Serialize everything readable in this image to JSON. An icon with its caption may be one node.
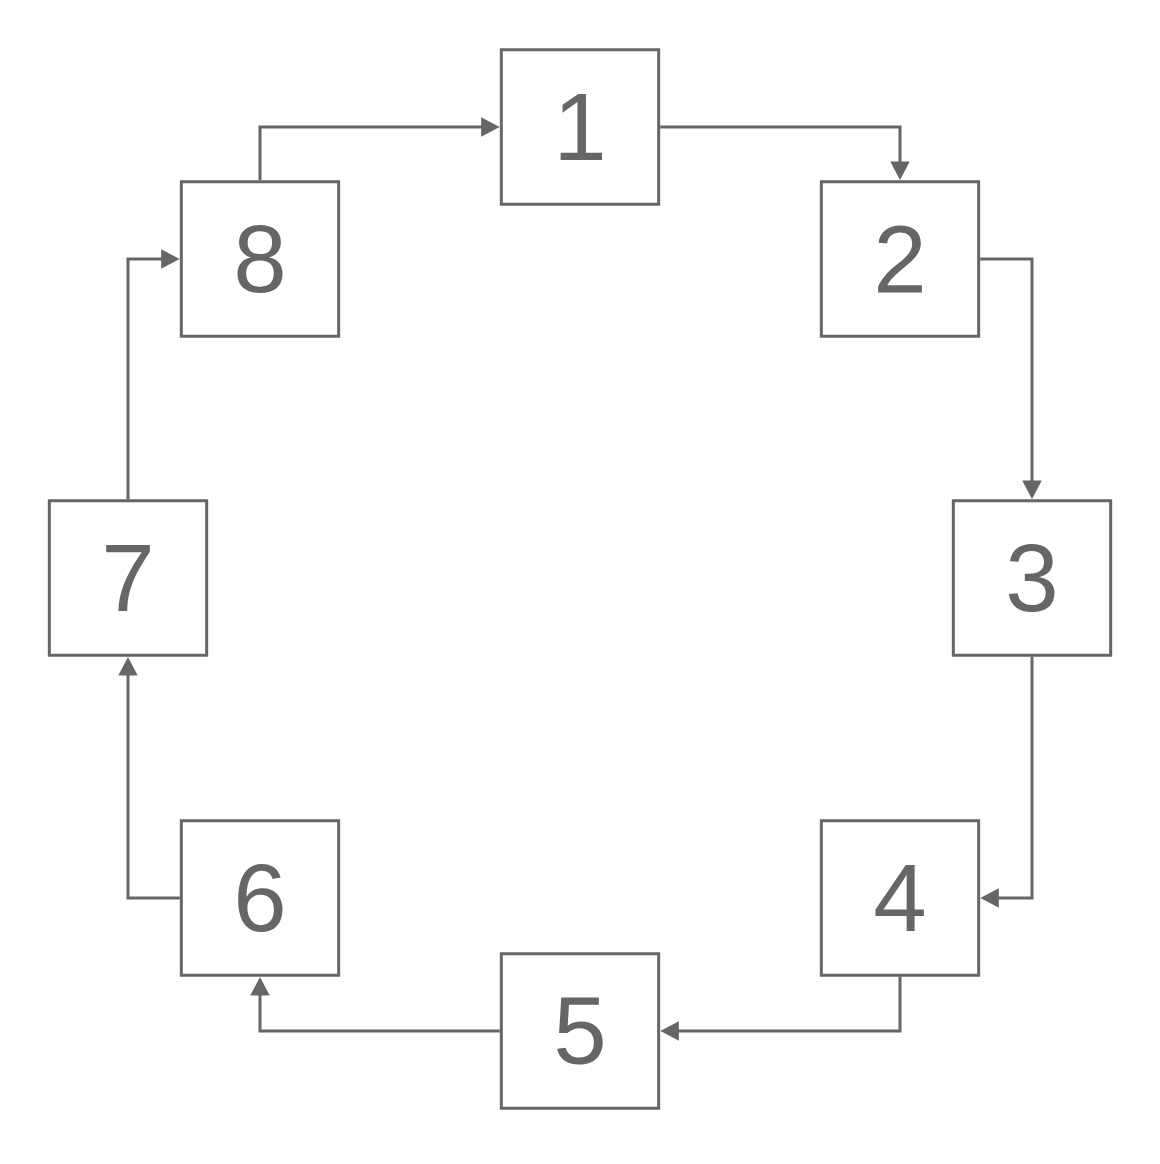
{
  "diagram": {
    "nodes": [
      {
        "text": [
          "1"
        ]
      },
      {
        "text": [
          "2"
        ]
      },
      {
        "text": [
          "3"
        ]
      },
      {
        "text": [
          "4"
        ]
      },
      {
        "text": [
          "5"
        ]
      },
      {
        "text": [
          "6"
        ]
      },
      {
        "text": [
          "7"
        ]
      },
      {
        "text": [
          "8"
        ]
      }
    ],
    "edges": [
      {
        "from": 0,
        "to": 1,
        "arrow": "to"
      },
      {
        "from": 1,
        "to": 2,
        "arrow": "to"
      },
      {
        "from": 2,
        "to": 3,
        "arrow": "to"
      },
      {
        "from": 3,
        "to": 4,
        "arrow": "to"
      },
      {
        "from": 4,
        "to": 5,
        "arrow": "to"
      },
      {
        "from": 5,
        "to": 6,
        "arrow": "to"
      },
      {
        "from": 6,
        "to": 7,
        "arrow": "to"
      },
      {
        "from": 7,
        "to": 0,
        "arrow": "to"
      }
    ]
  }
}
